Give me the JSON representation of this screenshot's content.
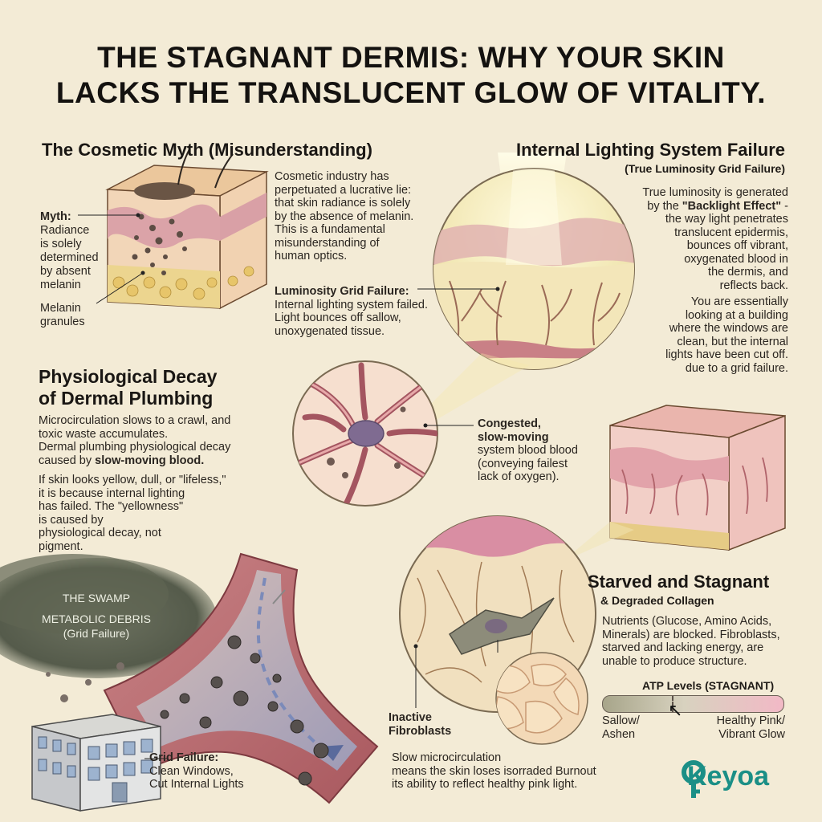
{
  "title": {
    "line1": "THE STAGNANT DERMIS: WHY YOUR SKIN",
    "line2": "LACKS THE TRANSLUCENT GLOW OF VITALITY."
  },
  "myth_section": {
    "heading": "The Cosmetic Myth (Misunderstanding)",
    "myth_label": "Myth:",
    "myth_text": [
      "Radiance",
      "is solely",
      "determined",
      "by absent",
      "melanin"
    ],
    "granules_label": [
      "Melanin",
      "granules"
    ],
    "description": [
      "Cosmetic industry has",
      "perpetuated a lucrative lie:",
      "that skin radiance is solely",
      "by the absence of melanin.",
      "This is a fundamental",
      "misunderstanding of",
      "human optics."
    ],
    "grid_failure_label": "Luminosity Grid Failure:",
    "grid_failure_text": [
      "Internal lighting system failed.",
      "Light bounces off sallow,",
      "unoxygenated tissue."
    ]
  },
  "lighting_section": {
    "heading": "Internal Lighting System Failure",
    "subheading": "(True Luminosity Grid Failure)",
    "text_a": [
      "True luminosity is generated",
      "by the"
    ],
    "backlight": "\"Backlight Effect\"",
    "text_a_tail": "-",
    "text_b": [
      "the way light penetrates",
      "translucent epidermis,",
      "bounces off vibrant,",
      "oxygenated blood in",
      "the dermis, and",
      "reflects back."
    ],
    "text_c": [
      "You are essentially",
      "looking at a building",
      "where the windows are",
      "clean, but the internal",
      "lights have been cut off.",
      "due to a grid failure."
    ]
  },
  "decay_section": {
    "heading_line1": "Physiological Decay",
    "heading_line2": "of Dermal Plumbing",
    "para1": [
      "Microcirculation slows to a crawl, and",
      "toxic waste accumulates."
    ],
    "para2": "Dermal plumbing physiological decay",
    "para2_tail_plain": "caused by",
    "para2_tail_bold": "slow-moving blood.",
    "para3": [
      "If skin looks yellow, dull, or \"lifeless,\"",
      "it is because internal lighting",
      "has failed. The \"yellowness\"",
      "is caused by",
      "physiological decay, not",
      "pigment."
    ]
  },
  "congested_label": {
    "bold": [
      "Congested,",
      "slow-moving"
    ],
    "plain": [
      "system blood blood",
      "(conveying failest",
      "lack of oxygen)."
    ]
  },
  "swamp": {
    "line1": "THE SWAMP",
    "line2": "METABOLIC DEBRIS",
    "line3": "(Grid Failure)"
  },
  "building_label": {
    "bold": "Grid Failure:",
    "lines": [
      "Clean Windows,",
      "Cut Internal Lights"
    ]
  },
  "starved_section": {
    "heading": "Starved and Stagnant",
    "subheading": "& Degraded Collagen",
    "text": [
      "Nutrients (Glucose, Amino Acids,",
      "Minerals) are blocked. Fibroblasts,",
      "starved and lacking energy, are",
      "unable to produce structure."
    ]
  },
  "atp": {
    "title": "ATP Levels (STAGNANT)",
    "left_label": [
      "Sallow/",
      "Ashen"
    ],
    "right_label": [
      "Healthy Pink/",
      "Vibrant Glow"
    ],
    "level": 0.38,
    "colors": {
      "low": "#a7a58a",
      "high": "#f2b9c6"
    }
  },
  "fibroblast_label": [
    "Inactive",
    "Fibroblasts"
  ],
  "bottom_text": [
    "Slow microcirculation",
    "means the skin loses isorraded Burnout",
    "its ability to reflect healthy pink light."
  ],
  "logo": {
    "text": "Keyoa",
    "color": "#1b8f86"
  }
}
